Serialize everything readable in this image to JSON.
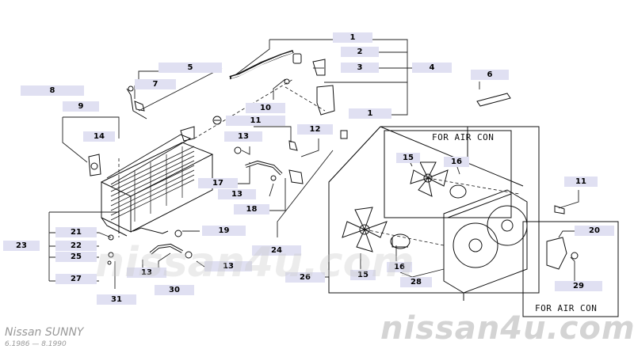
{
  "callouts": {
    "p1a": "1",
    "p2": "2",
    "p3": "3",
    "p4": "4",
    "p5": "5",
    "p6": "6",
    "p7": "7",
    "p8": "8",
    "p9": "9",
    "p10": "10",
    "p1b": "1",
    "p11a": "11",
    "p12": "12",
    "p13a": "13",
    "p14": "14",
    "p15a": "15",
    "p16a": "16",
    "p11b": "11",
    "p17": "17",
    "p13b": "13",
    "p18": "18",
    "p19": "19",
    "p20": "20",
    "p21": "21",
    "p22": "22",
    "p23": "23",
    "p24": "24",
    "p25": "25",
    "p13c": "13",
    "p13d": "13",
    "p16b": "16",
    "p26": "26",
    "p15b": "15",
    "p27": "27",
    "p28": "28",
    "p29": "29",
    "p30": "30",
    "p31": "31"
  },
  "notes": {
    "air_con_top": "FOR AIR CON",
    "air_con_bottom": "FOR AIR CON"
  },
  "watermark": {
    "main": "nissan4u.com",
    "faint": "nissan4u.com"
  },
  "footer": {
    "car": "Nissan SUNNY",
    "range": "6.1986 — 8.1990"
  }
}
